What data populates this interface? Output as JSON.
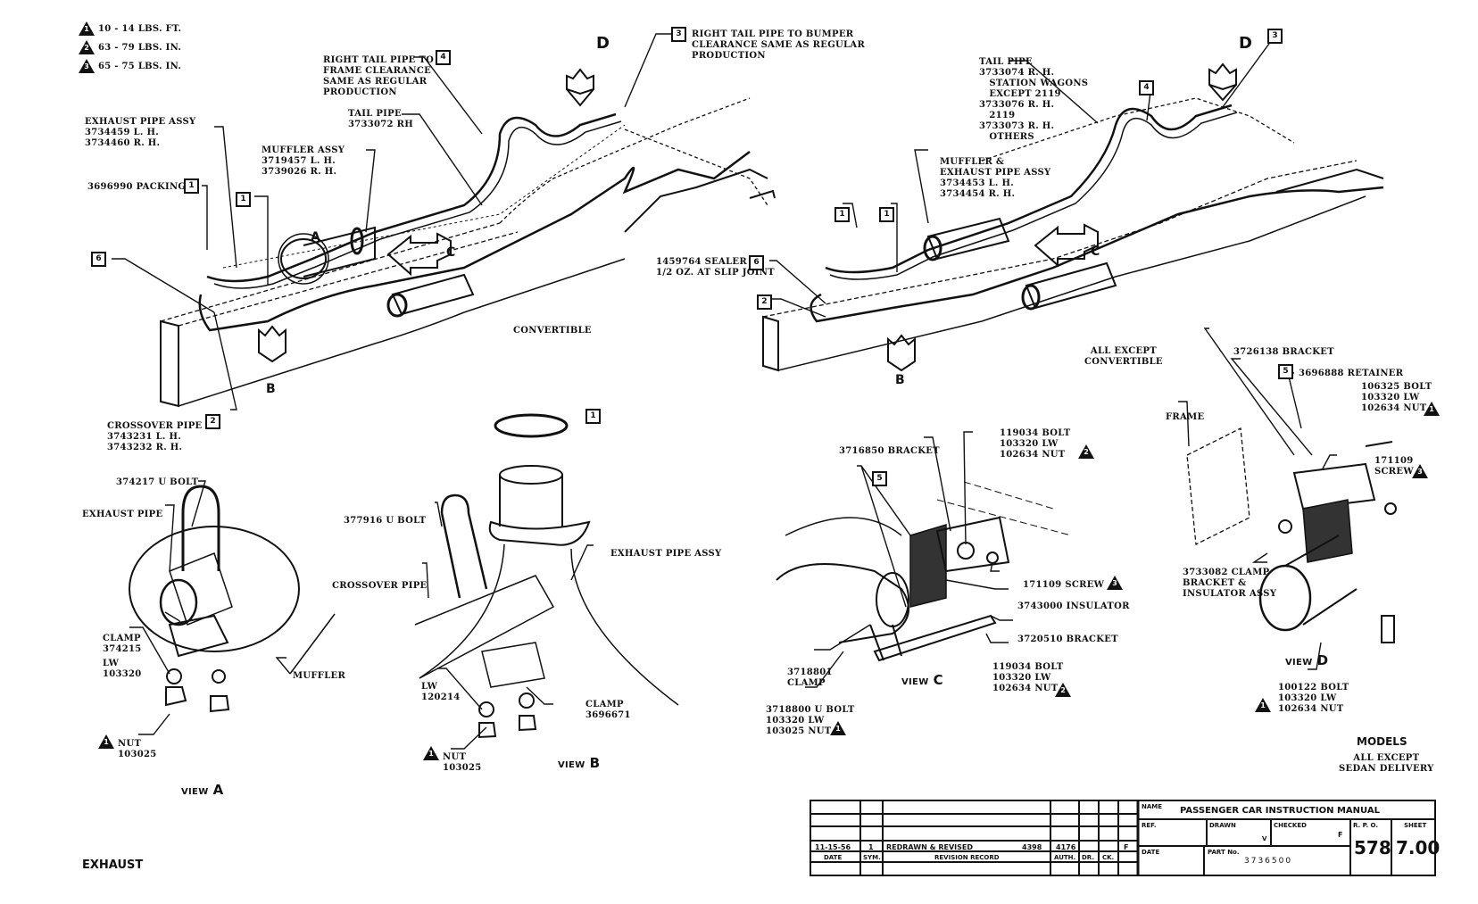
{
  "legend": {
    "items": [
      {
        "symbol": "1",
        "text": "10 - 14 LBS. FT."
      },
      {
        "symbol": "2",
        "text": "63 - 79 LBS. IN."
      },
      {
        "symbol": "3",
        "text": "65 - 75 LBS. IN."
      }
    ]
  },
  "convertible_view": {
    "caption": "CONVERTIBLE",
    "labels": {
      "right_tail_pipe_frame": "RIGHT TAIL PIPE TO\nFRAME CLEARANCE\nSAME AS REGULAR\nPRODUCTION",
      "right_tail_pipe_bumper": "RIGHT TAIL PIPE TO BUMPER\nCLEARANCE SAME AS REGULAR\nPRODUCTION",
      "tail_pipe": "TAIL PIPE\n3733072 RH",
      "exhaust_pipe_assy": "EXHAUST PIPE ASSY\n3734459 L. H.\n3734460 R. H.",
      "muffler_assy": "MUFFLER ASSY\n3719457 L. H.\n3739026 R. H.",
      "packing": "3696990 PACKING",
      "crossover_pipe": "CROSSOVER PIPE\n3743231 L. H.\n3743232 R. H."
    },
    "callouts": {
      "frame_clearance": "4",
      "bumper_clearance": "3",
      "packing": "1",
      "packing2": "1",
      "sealer": "6",
      "crossover": "2"
    },
    "view_letters": {
      "a": "A",
      "b": "B",
      "c": "C",
      "d": "D"
    }
  },
  "all_except_view": {
    "caption": "ALL EXCEPT\nCONVERTIBLE",
    "labels": {
      "tail_pipe": "TAIL PIPE\n3733074 R. H.\n   STATION WAGONS\n   EXCEPT 2119\n3733076 R. H.\n   2119\n3733073 R. H.\n   OTHERS",
      "muffler_exhaust": "MUFFLER &\nEXHAUST PIPE ASSY\n3734453 L. H.\n3734454 R. H.",
      "sealer": "1459764 SEALER\n1/2 OZ. AT SLIP JOINT"
    },
    "callouts": {
      "tail": "4",
      "bumper": "3",
      "packing_a": "1",
      "packing_b": "1",
      "sealer": "6",
      "crossover": "2"
    },
    "view_letters": {
      "b": "B",
      "c": "C",
      "d": "D"
    }
  },
  "view_a": {
    "title_prefix": "VIEW",
    "title_letter": "A",
    "labels": {
      "u_bolt": "374217 U BOLT",
      "exhaust_pipe": "EXHAUST PIPE",
      "clamp": "CLAMP\n374215",
      "lw": "LW\n103320",
      "nut": "NUT\n103025",
      "muffler": "MUFFLER"
    }
  },
  "view_b": {
    "title_prefix": "VIEW",
    "title_letter": "B",
    "callout": "1",
    "labels": {
      "u_bolt": "377916 U BOLT",
      "crossover_pipe": "CROSSOVER PIPE",
      "exhaust_pipe_assy": "EXHAUST PIPE ASSY",
      "lw": "LW\n120214",
      "nut": "NUT\n103025",
      "clamp": "CLAMP\n3696671"
    }
  },
  "view_c": {
    "title_prefix": "VIEW",
    "title_letter": "C",
    "callout": "5",
    "labels": {
      "bracket_top": "3716850 BRACKET",
      "bolt_top": "119034 BOLT\n103320 LW\n102634 NUT",
      "screw": "171109 SCREW",
      "insulator": "3743000 INSULATOR",
      "bracket_lower": "3720510 BRACKET",
      "bolt_lower": "119034 BOLT\n103320 LW\n102634 NUT",
      "clamp": "3718801\nCLAMP",
      "u_bolt": "3718800 U BOLT\n103320 LW\n103025 NUT"
    }
  },
  "view_d": {
    "title_prefix": "VIEW",
    "title_letter": "D",
    "callout": "5",
    "labels": {
      "bracket": "3726138 BRACKET",
      "retainer": "3696888 RETAINER",
      "bolt_top": "106325 BOLT\n103320 LW\n102634 NUT",
      "screw": "171109\nSCREW",
      "frame": "FRAME",
      "clamp_assy": "3733082 CLAMP\nBRACKET &\nINSULATOR ASSY",
      "bolt_lower": "100122 BOLT\n103320 LW\n102634 NUT"
    }
  },
  "models": {
    "title": "MODELS",
    "text": "ALL EXCEPT\nSEDAN DELIVERY"
  },
  "section_title": "EXHAUST",
  "title_block": {
    "revision": {
      "date": "11-15-56",
      "sym": "1",
      "record": "REDRAWN & REVISED",
      "record_num": "4398",
      "auth": "4176",
      "ck": "F"
    },
    "headers": {
      "date": "DATE",
      "sym": "SYM.",
      "record": "REVISION RECORD",
      "auth": "AUTH.",
      "dr": "DR.",
      "ck": "CK."
    },
    "name_label": "NAME",
    "name_value": "PASSENGER CAR INSTRUCTION MANUAL",
    "ref_label": "REF.",
    "drawn_label": "DRAWN",
    "drawn_value": "V",
    "checked_label": "CHECKED",
    "checked_value": "F",
    "rpo_label": "R. P. O.",
    "rpo_value": "578",
    "sheet_label": "SHEET",
    "sheet_value": "7.00",
    "date_label": "DATE",
    "part_label": "PART No.",
    "part_value": "3736500"
  }
}
